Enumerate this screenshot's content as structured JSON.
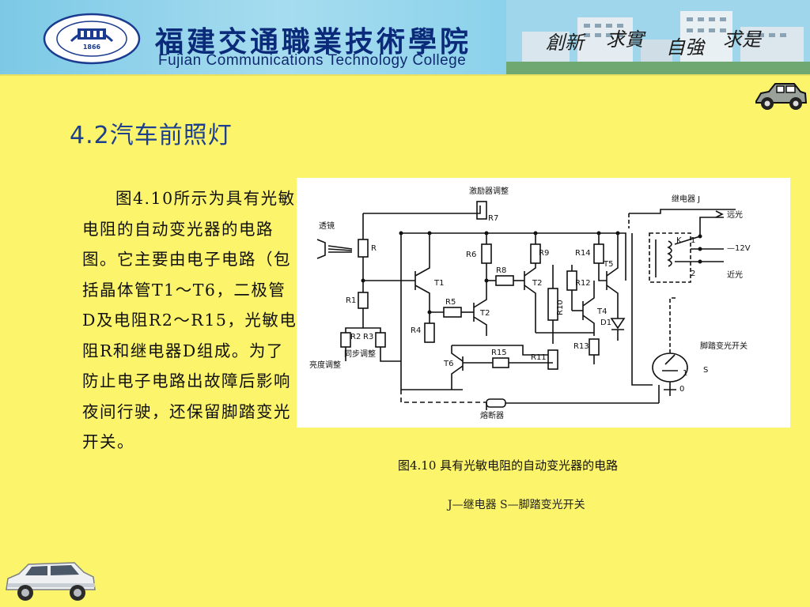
{
  "header": {
    "college_name_cn": "福建交通職業技術學院",
    "college_name_en": "Fujian Communications Technology College",
    "logo_year": "1866",
    "motto": [
      "創新",
      "求實",
      "自強",
      "求是"
    ]
  },
  "title": "4.2汽车前照灯",
  "body_text": "图4.10所示为具有光敏电阻的自动变光器的电路图。它主要由电子电路（包括晶体管T1～T6，二极管D及电阻R2～R15，光敏电阻R和继电器D组成。为了防止电子电路出故障后影响夜间行驶，还保留脚踏变光开关。",
  "figure": {
    "caption": "图4.10  具有光敏电阻的自动变光器的电路",
    "legend": "J—继电器  S—脚踏变光开关",
    "labels": {
      "excitation": "激励器调整",
      "lens": "透镜",
      "relay": "继电器 J",
      "high_beam": "远光",
      "low_beam": "近光",
      "voltage": "—12V",
      "sync": "同步调整",
      "brightness": "亮度调整",
      "foot_switch": "脚踏变光开关",
      "fuse": "熔断器",
      "R": "R",
      "R1": "R1",
      "R2": "R2",
      "R3": "R3",
      "R4": "R4",
      "R5": "R5",
      "R6": "R6",
      "R7": "R7",
      "R8": "R8",
      "R9": "R9",
      "R10": "R10",
      "R11": "R11",
      "R12": "R12",
      "R13": "R13",
      "R14": "R14",
      "R15": "R15",
      "T1": "T1",
      "T2": "T2",
      "T2b": "T2",
      "T4": "T4",
      "T5": "T5",
      "T6": "T6",
      "D1": "D1",
      "K": "K",
      "S": "S",
      "n1": "1",
      "n2": "2",
      "n0": "0",
      "n1b": "1"
    }
  },
  "colors": {
    "background": "#fcf46a",
    "title": "#1d3f8f",
    "header_blue": "#0b2a7a"
  }
}
